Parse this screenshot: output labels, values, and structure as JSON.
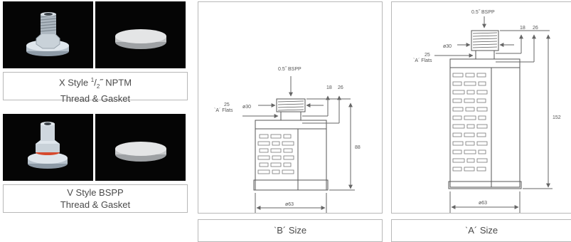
{
  "x_style": {
    "line1_prefix": "X Style ",
    "frac_num": "1",
    "frac_den": "2",
    "line1_suffix": "˝ NPTM",
    "line2": "Thread & Gasket"
  },
  "v_style": {
    "line1": "V Style BSPP",
    "line2": "Thread & Gasket"
  },
  "b_size": {
    "caption": "ˋB´ Size",
    "thread": "0.5˝ BSPP",
    "dia_top": "ø30",
    "flats": "25",
    "flats_label": "ˋA´ Flats",
    "dim_a": "18",
    "dim_b": "26",
    "height": "88",
    "dia_body": "ø63"
  },
  "a_size": {
    "caption": "ˋA´ Size",
    "thread": "0.5˝ BSPP",
    "dia_top": "ø30",
    "flats": "25",
    "flats_label": "ˋA´ Flats",
    "dim_a": "18",
    "dim_b": "26",
    "height": "152",
    "dia_body": "ø63"
  },
  "colors": {
    "border": "#b8b8b8",
    "photo_bg": "#050505",
    "gasket": "#d64a2e",
    "drawing": "#555555"
  }
}
